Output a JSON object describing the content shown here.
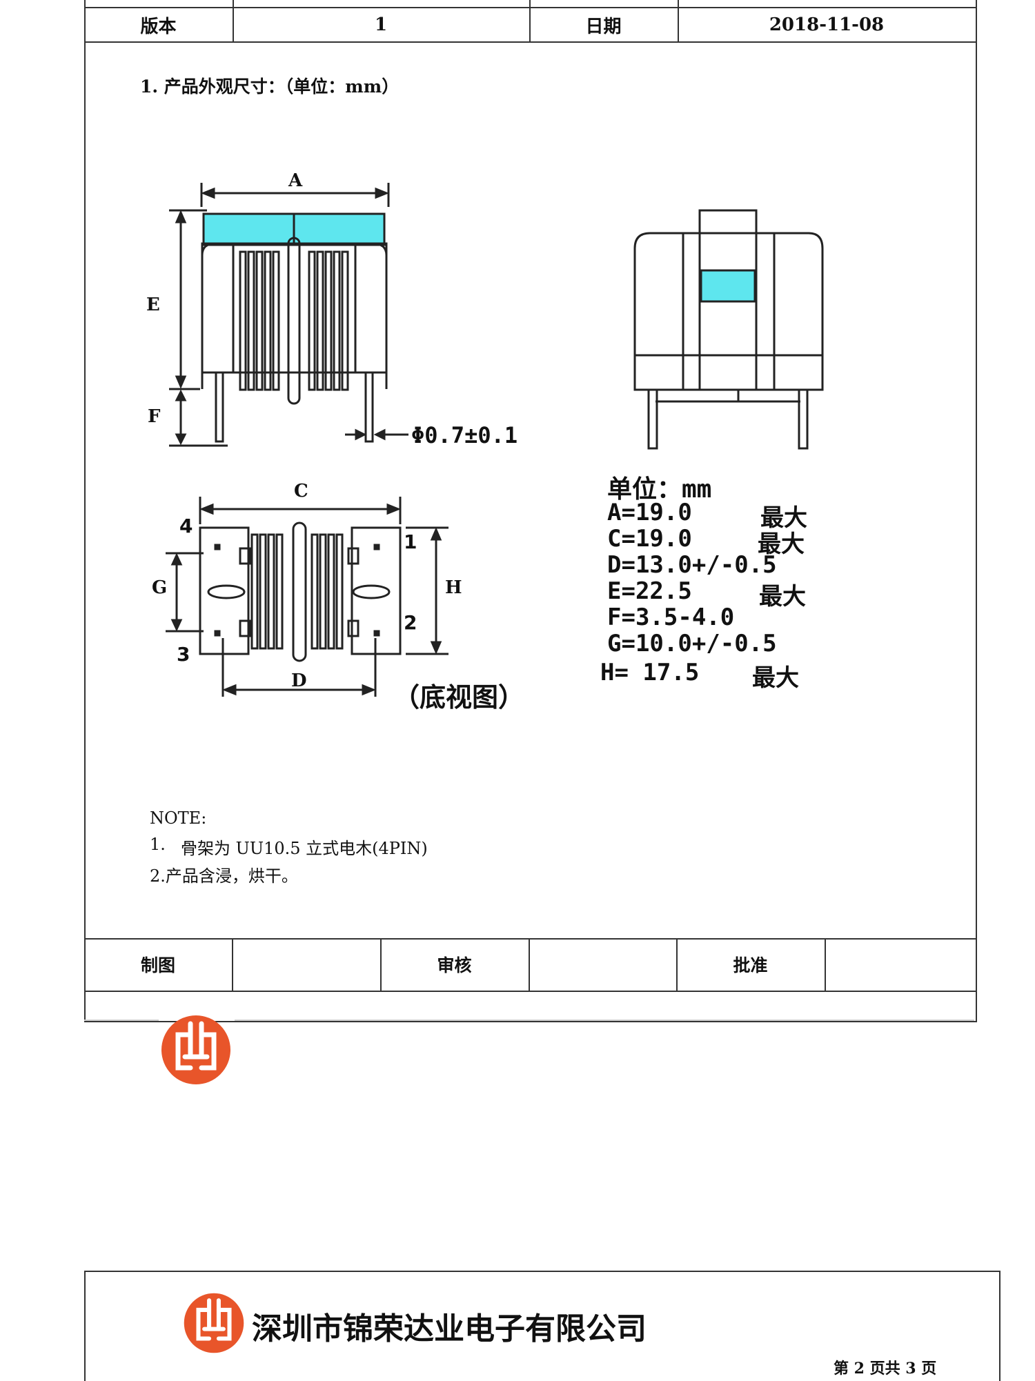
{
  "header": {
    "version_label": "版本",
    "version_value": "1",
    "date_label": "日期",
    "date_value": "2018-11-08"
  },
  "section_title": "1. 产品外观尺寸：（单位：mm）",
  "drawing": {
    "label_A": "A",
    "label_E": "E",
    "label_F": "F",
    "label_C": "C",
    "label_G": "G",
    "label_H": "H",
    "label_D": "D",
    "pin_1": "1",
    "pin_2": "2",
    "pin_3": "3",
    "pin_4": "4",
    "pin_diameter": "Φ0.7±0.1",
    "bottom_view": "（底视图）"
  },
  "spec_table": {
    "unit": "单位：mm",
    "rows": [
      {
        "name": "A=19.0",
        "note": "最大"
      },
      {
        "name": "C=19.0",
        "note": "最大"
      },
      {
        "name": "D=13.0+/-0.5",
        "note": ""
      },
      {
        "name": "E=22.5",
        "note": "最大"
      },
      {
        "name": "F=3.5-4.0",
        "note": ""
      },
      {
        "name": "G=10.0+/-0.5",
        "note": ""
      },
      {
        "name": "H= 17.5",
        "note": "最大"
      }
    ]
  },
  "notes": {
    "title": "NOTE:",
    "line1_num": "1.",
    "line1": "骨架为 UU10.5 立式电木(4PIN)",
    "line2": "2.产品含浸，烘干。"
  },
  "footer_row": {
    "draw_label": "制图",
    "review_label": "审核",
    "approve_label": "批准"
  },
  "company": {
    "name": "深圳市锦荣达业电子有限公司",
    "page_info": "第 2 页共 3 页"
  },
  "colors": {
    "accent_cyan": "#5ee6ee",
    "logo_orange": "#e8552a",
    "line": "#333333"
  }
}
